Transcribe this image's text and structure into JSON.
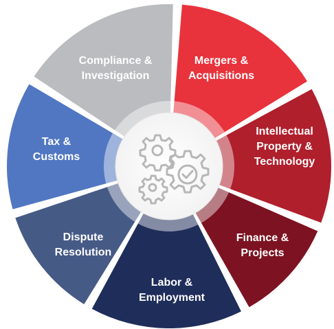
{
  "wheel": {
    "segments": [
      {
        "id": "mergers",
        "lines": [
          "Mergers &",
          "Acquisitions"
        ],
        "color": "#E8333C"
      },
      {
        "id": "ip",
        "lines": [
          "Intellectual",
          "Property &",
          "Technology"
        ],
        "color": "#B01F2C"
      },
      {
        "id": "finance",
        "lines": [
          "Finance &",
          "Projects"
        ],
        "color": "#7D1322"
      },
      {
        "id": "labor",
        "lines": [
          "Labor &",
          "Employment"
        ],
        "color": "#1F2D5A"
      },
      {
        "id": "dispute",
        "lines": [
          "Dispute",
          "Resolution"
        ],
        "color": "#465A86"
      },
      {
        "id": "tax",
        "lines": [
          "Tax &",
          "Customs"
        ],
        "color": "#5177C2"
      },
      {
        "id": "compliance",
        "lines": [
          "Compliance &",
          "Investigation"
        ],
        "color": "#BBBCBF"
      }
    ],
    "hub_icon": "gears-icon"
  }
}
